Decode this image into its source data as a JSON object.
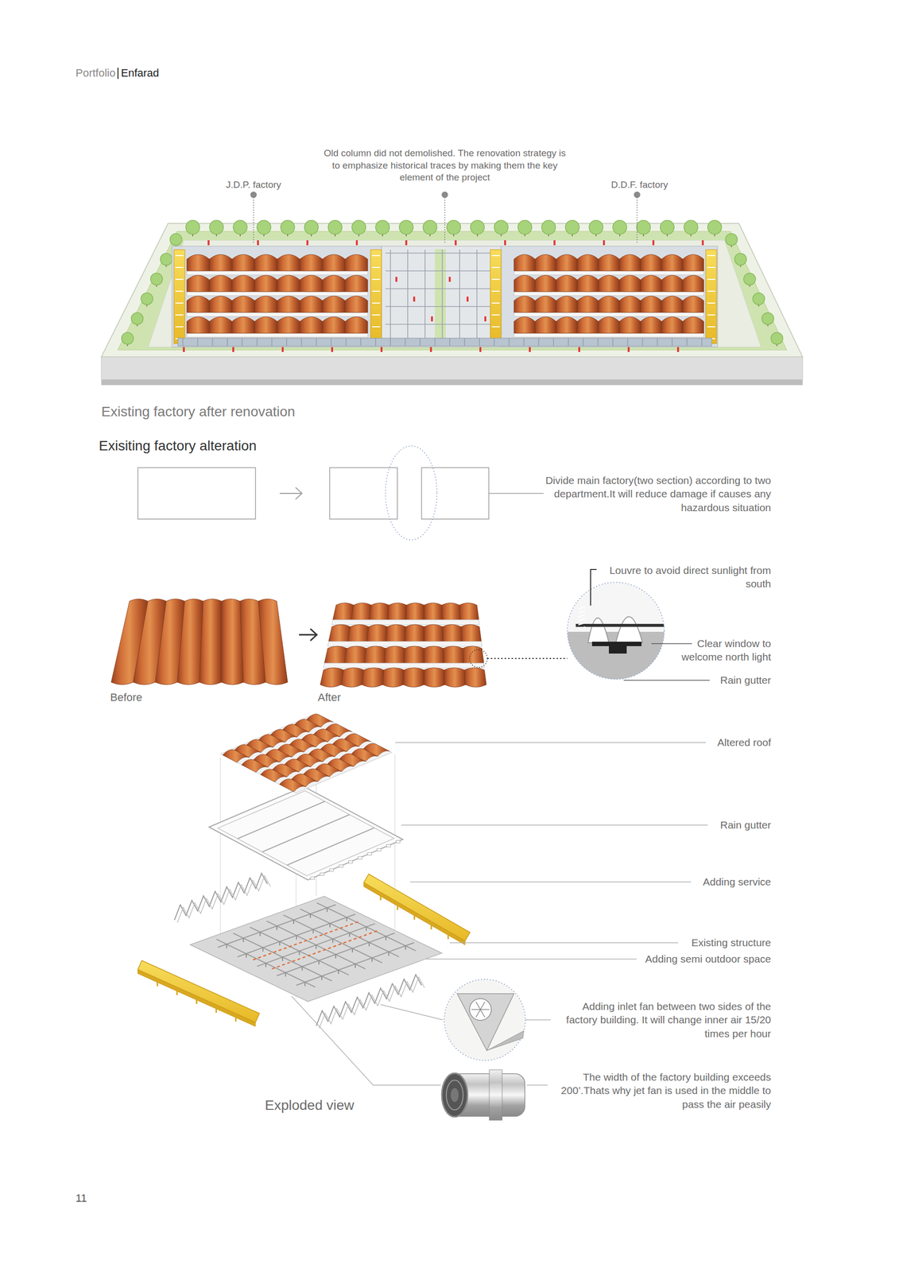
{
  "diagram": {
    "title": "Exisiting factory alteration",
    "caption": "Existing factory after renovation",
    "labels": [
      "Portfolio",
      "Enfarad",
      "J.D.P. factory",
      "Old column did not demolished. The renovation strategy is to emphasize historical traces by making them the key element of the project",
      "D.D.F. factory",
      "Divide main factory(two section) according to two department.It will reduce damage if causes any hazardous situation",
      "Louvre to avoid direct sunlight from south",
      "Clear window to welcome north light",
      "Rain gutter",
      "Before",
      "After",
      "Altered roof",
      "Rain gutter",
      "Adding service",
      "Existing structure",
      "Adding semi outdoor space",
      "Adding inlet fan between two sides of the factory building. It will change inner air 15/20 times per hour",
      "The width of the factory building exceeds 200’.Thats why jet fan is used in the middle to pass the air peasily",
      "Exploded view",
      "11"
    ]
  }
}
